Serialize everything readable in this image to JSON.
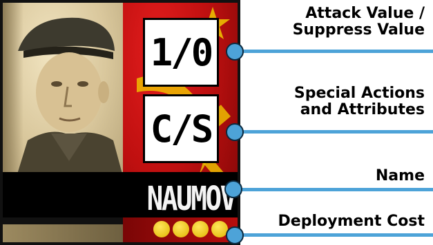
{
  "card": {
    "attack_suppress": "1/0",
    "special_attributes": "C/S",
    "name": "NAUMOV",
    "deployment_cost": 4,
    "colors": {
      "panel_red": "#c01010",
      "coin_gold": "#f0c800",
      "callout_blue": "#4da3d8"
    }
  },
  "callouts": {
    "attack": {
      "line1": "Attack Value /",
      "line2": "Suppress Value"
    },
    "special": {
      "line1": "Special Actions",
      "line2": "and Attributes"
    },
    "name": {
      "label": "Name"
    },
    "cost": {
      "label": "Deployment Cost"
    }
  }
}
